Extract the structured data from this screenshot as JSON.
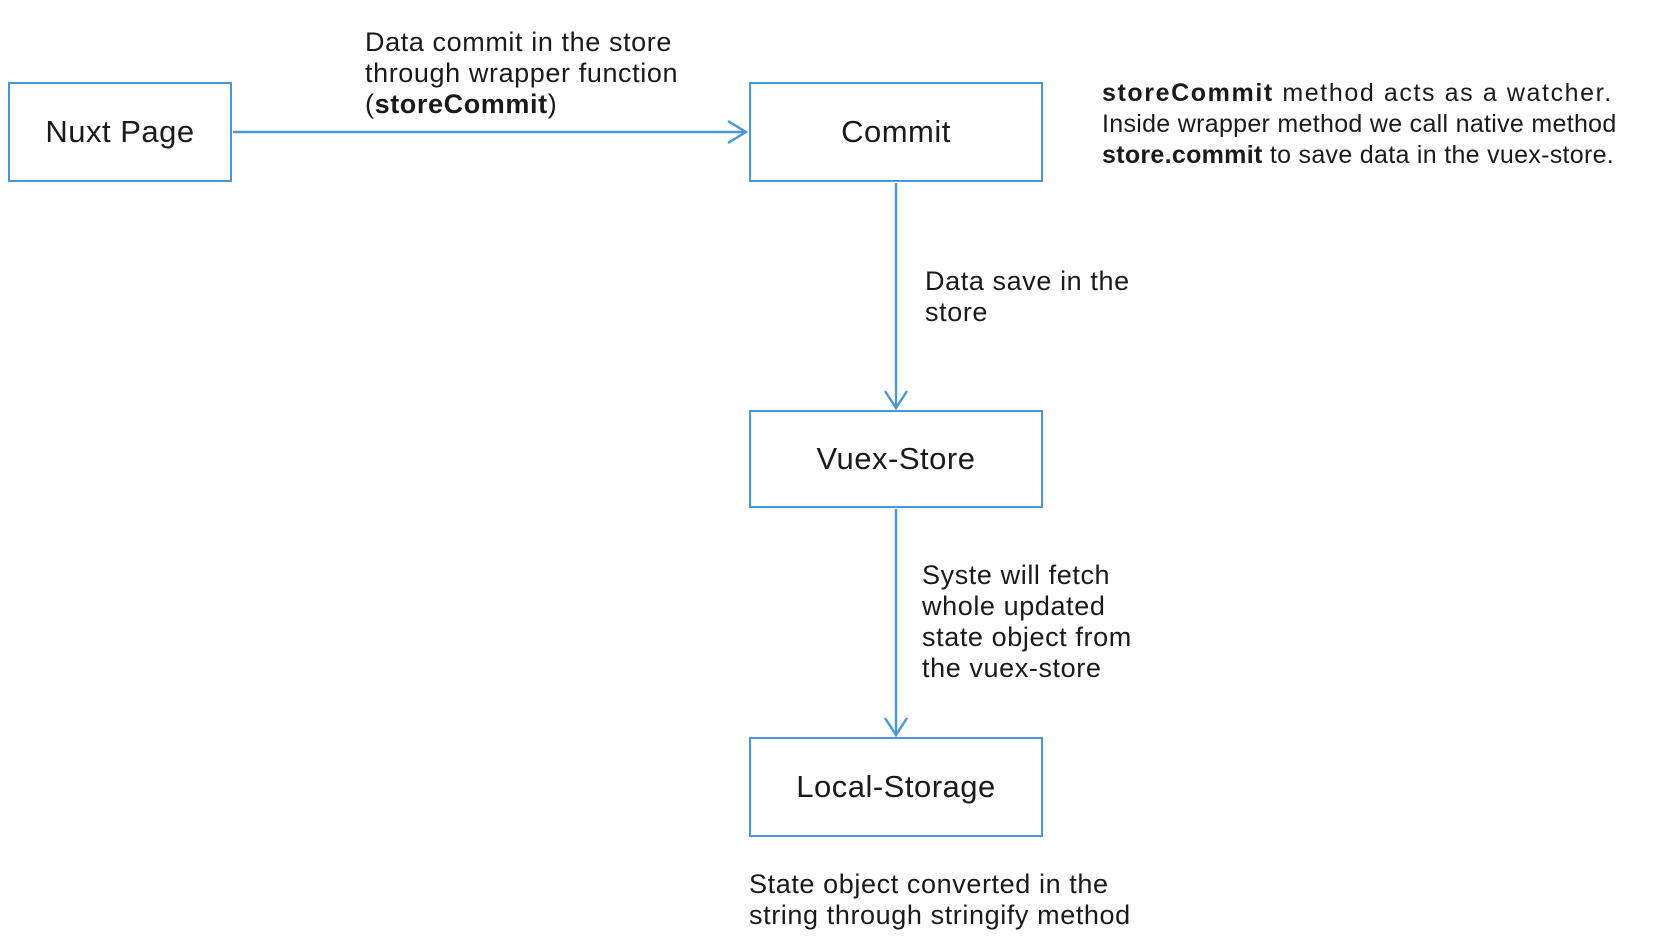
{
  "colors": {
    "accent": "#4A96D8",
    "text": "#1A1A1A",
    "background": "#FFFFFF"
  },
  "diagram_type": "flowchart",
  "nodes": {
    "nuxt": {
      "label": "Nuxt Page"
    },
    "commit": {
      "label": "Commit"
    },
    "vuex": {
      "label": "Vuex-Store"
    },
    "local": {
      "label": "Local-Storage"
    }
  },
  "edges": [
    {
      "from": "Nuxt Page",
      "to": "Commit"
    },
    {
      "from": "Commit",
      "to": "Vuex-Store"
    },
    {
      "from": "Vuex-Store",
      "to": "Local-Storage"
    }
  ],
  "edge_labels": {
    "nuxt_to_commit": {
      "line1": "Data commit in the store",
      "line2": "through wrapper function",
      "line3_segments": [
        {
          "text": "(",
          "bold": false
        },
        {
          "text": "storeCommit",
          "bold": true
        },
        {
          "text": ")",
          "bold": false
        }
      ]
    },
    "commit_to_vuex": {
      "line1": "Data save in the",
      "line2": "store"
    },
    "vuex_to_local": {
      "line1": "Syste will fetch",
      "line2": "whole updated",
      "line3": "state object from",
      "line4": "the vuex-store"
    }
  },
  "notes": {
    "store_commit_note": {
      "line1_segments": [
        {
          "text": "storeCommit",
          "bold": true
        },
        {
          "text": " method acts as a watcher.",
          "bold": false
        }
      ],
      "line2": "Inside wrapper method we call native method",
      "line3_segments": [
        {
          "text": "store.commit",
          "bold": true
        },
        {
          "text": " to save data in the vuex-store.",
          "bold": false
        }
      ]
    },
    "local_storage_note": {
      "line1": "State object converted in the",
      "line2": "string through stringify method"
    }
  }
}
